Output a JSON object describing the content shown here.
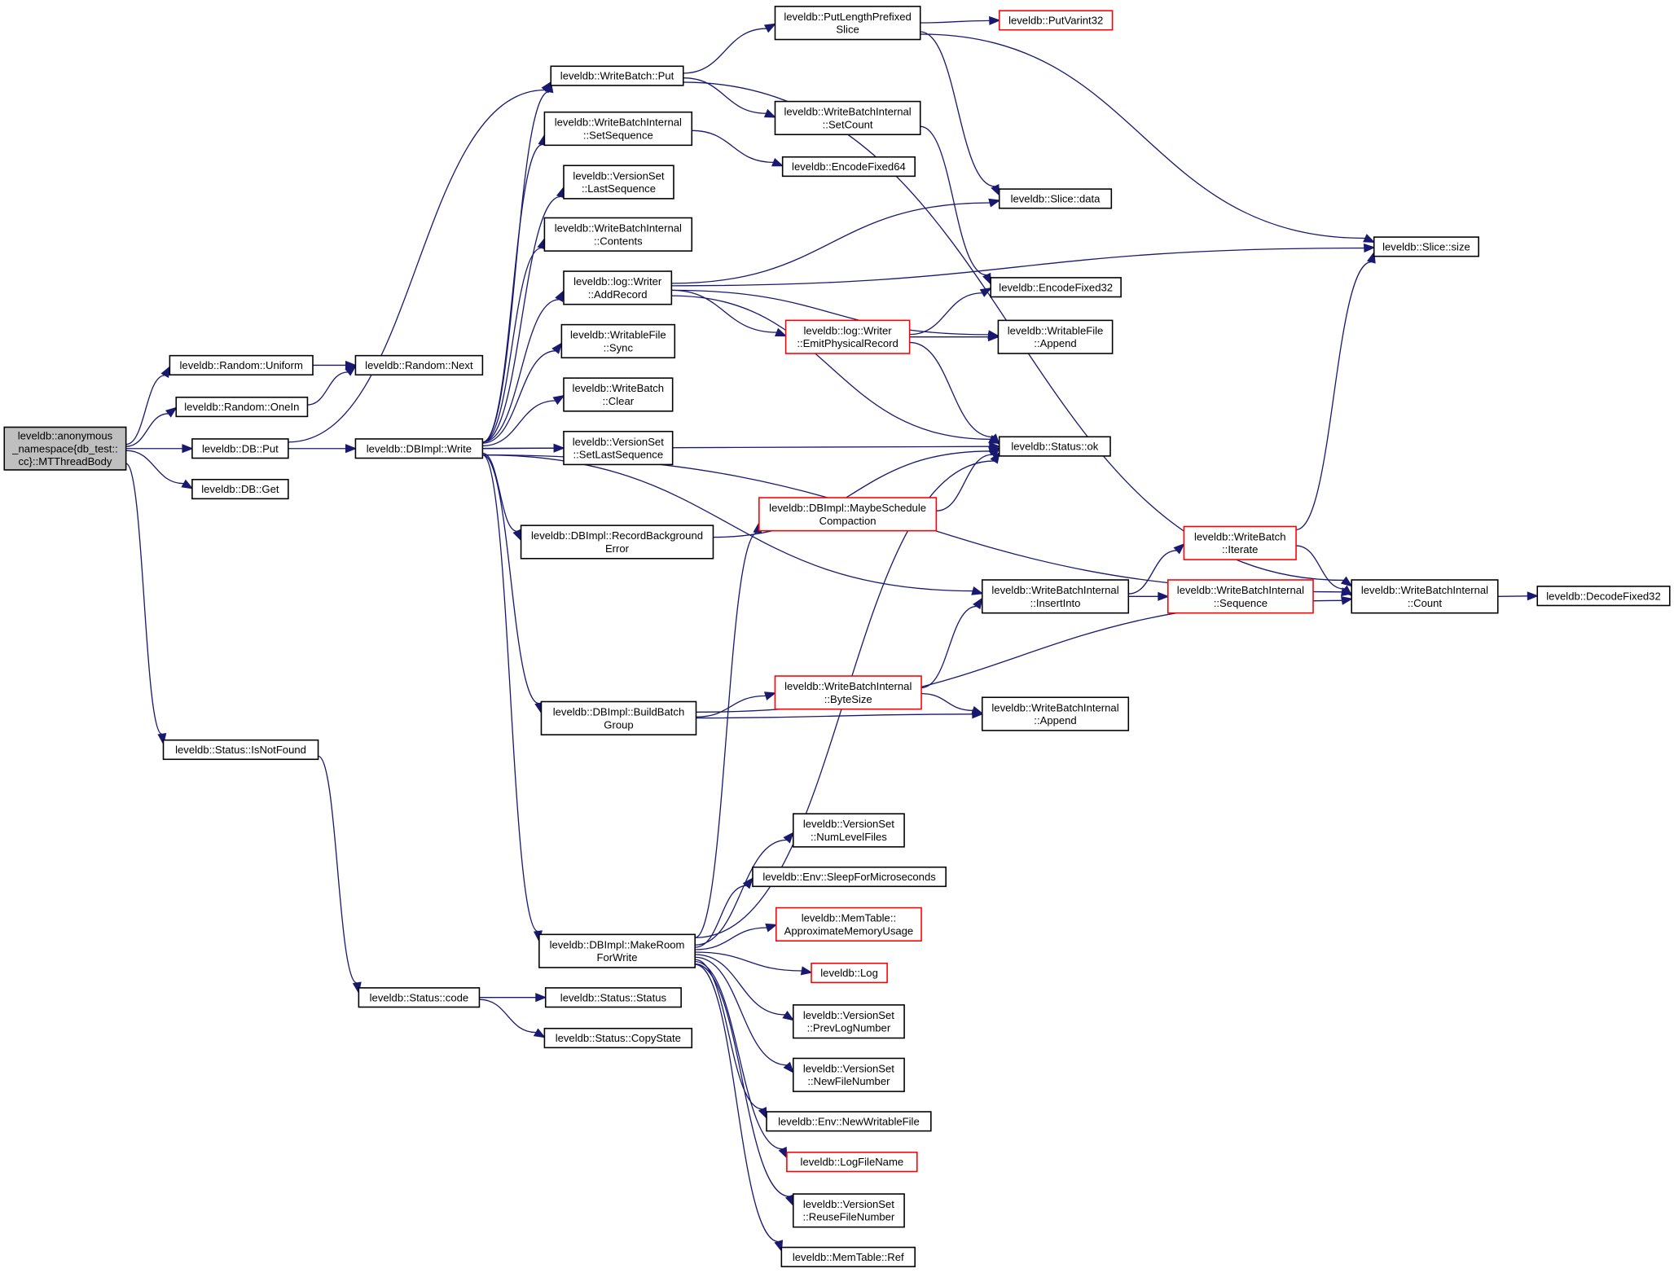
{
  "diagram": {
    "type": "call-graph",
    "colors": {
      "edge": "#191970",
      "root_fill": "#bfbfbf",
      "node_border": "#000000",
      "truncated_border": "#ff0000",
      "background": "#ffffff"
    },
    "nodes": [
      {
        "id": "root",
        "label": [
          "leveldb::anonymous",
          "_namespace{db_test::",
          "cc}::MTThreadBody"
        ],
        "style": "root"
      },
      {
        "id": "random_uniform",
        "label": [
          "leveldb::Random::Uniform"
        ],
        "style": "normal"
      },
      {
        "id": "random_onein",
        "label": [
          "leveldb::Random::OneIn"
        ],
        "style": "normal"
      },
      {
        "id": "db_put",
        "label": [
          "leveldb::DB::Put"
        ],
        "style": "normal"
      },
      {
        "id": "db_get",
        "label": [
          "leveldb::DB::Get"
        ],
        "style": "normal"
      },
      {
        "id": "status_isnotfound",
        "label": [
          "leveldb::Status::IsNotFound"
        ],
        "style": "normal"
      },
      {
        "id": "random_next",
        "label": [
          "leveldb::Random::Next"
        ],
        "style": "normal"
      },
      {
        "id": "dbimpl_write",
        "label": [
          "leveldb::DBImpl::Write"
        ],
        "style": "normal"
      },
      {
        "id": "status_code",
        "label": [
          "leveldb::Status::code"
        ],
        "style": "normal"
      },
      {
        "id": "writebatch_put",
        "label": [
          "leveldb::WriteBatch::Put"
        ],
        "style": "normal"
      },
      {
        "id": "wbi_setsequence",
        "label": [
          "leveldb::WriteBatchInternal",
          "::SetSequence"
        ],
        "style": "normal"
      },
      {
        "id": "versionset_lastsequence",
        "label": [
          "leveldb::VersionSet",
          "::LastSequence"
        ],
        "style": "normal"
      },
      {
        "id": "wbi_contents",
        "label": [
          "leveldb::WriteBatchInternal",
          "::Contents"
        ],
        "style": "normal"
      },
      {
        "id": "logwriter_addrecord",
        "label": [
          "leveldb::log::Writer",
          "::AddRecord"
        ],
        "style": "normal"
      },
      {
        "id": "writablefile_sync",
        "label": [
          "leveldb::WritableFile",
          "::Sync"
        ],
        "style": "normal"
      },
      {
        "id": "writebatch_clear",
        "label": [
          "leveldb::WriteBatch",
          "::Clear"
        ],
        "style": "normal"
      },
      {
        "id": "versionset_setlastsequence",
        "label": [
          "leveldb::VersionSet",
          "::SetLastSequence"
        ],
        "style": "normal"
      },
      {
        "id": "dbimpl_recordbackgrounderror",
        "label": [
          "leveldb::DBImpl::RecordBackground",
          "Error"
        ],
        "style": "normal"
      },
      {
        "id": "dbimpl_buildbatchgroup",
        "label": [
          "leveldb::DBImpl::BuildBatch",
          "Group"
        ],
        "style": "normal"
      },
      {
        "id": "dbimpl_makeroomforwrite",
        "label": [
          "leveldb::DBImpl::MakeRoom",
          "ForWrite"
        ],
        "style": "normal"
      },
      {
        "id": "status_status",
        "label": [
          "leveldb::Status::Status"
        ],
        "style": "normal"
      },
      {
        "id": "status_copystate",
        "label": [
          "leveldb::Status::CopyState"
        ],
        "style": "normal"
      },
      {
        "id": "putlengthprefixedslice",
        "label": [
          "leveldb::PutLengthPrefixed",
          "Slice"
        ],
        "style": "normal"
      },
      {
        "id": "wbi_setcount",
        "label": [
          "leveldb::WriteBatchInternal",
          "::SetCount"
        ],
        "style": "normal"
      },
      {
        "id": "encodefixed64",
        "label": [
          "leveldb::EncodeFixed64"
        ],
        "style": "normal"
      },
      {
        "id": "logwriter_emitphysicalrecord",
        "label": [
          "leveldb::log::Writer",
          "::EmitPhysicalRecord"
        ],
        "style": "truncated"
      },
      {
        "id": "dbimpl_maybeschedulecompaction",
        "label": [
          "leveldb::DBImpl::MaybeSchedule",
          "Compaction"
        ],
        "style": "truncated"
      },
      {
        "id": "wbi_bytesize",
        "label": [
          "leveldb::WriteBatchInternal",
          "::ByteSize"
        ],
        "style": "truncated"
      },
      {
        "id": "versionset_numlevelfiles",
        "label": [
          "leveldb::VersionSet",
          "::NumLevelFiles"
        ],
        "style": "normal"
      },
      {
        "id": "env_sleepformicroseconds",
        "label": [
          "leveldb::Env::SleepForMicroseconds"
        ],
        "style": "normal"
      },
      {
        "id": "memtable_approximatememoryusage",
        "label": [
          "leveldb::MemTable::",
          "ApproximateMemoryUsage"
        ],
        "style": "truncated"
      },
      {
        "id": "log",
        "label": [
          "leveldb::Log"
        ],
        "style": "truncated"
      },
      {
        "id": "versionset_prevlognumber",
        "label": [
          "leveldb::VersionSet",
          "::PrevLogNumber"
        ],
        "style": "normal"
      },
      {
        "id": "versionset_newfilenumber",
        "label": [
          "leveldb::VersionSet",
          "::NewFileNumber"
        ],
        "style": "normal"
      },
      {
        "id": "env_newwritablefile",
        "label": [
          "leveldb::Env::NewWritableFile"
        ],
        "style": "normal"
      },
      {
        "id": "logfilename",
        "label": [
          "leveldb::LogFileName"
        ],
        "style": "truncated"
      },
      {
        "id": "versionset_reusefilenumber",
        "label": [
          "leveldb::VersionSet",
          "::ReuseFileNumber"
        ],
        "style": "normal"
      },
      {
        "id": "memtable_ref",
        "label": [
          "leveldb::MemTable::Ref"
        ],
        "style": "normal"
      },
      {
        "id": "putvarint32",
        "label": [
          "leveldb::PutVarint32"
        ],
        "style": "truncated"
      },
      {
        "id": "slice_data",
        "label": [
          "leveldb::Slice::data"
        ],
        "style": "normal"
      },
      {
        "id": "encodefixed32",
        "label": [
          "leveldb::EncodeFixed32"
        ],
        "style": "normal"
      },
      {
        "id": "writablefile_append",
        "label": [
          "leveldb::WritableFile",
          "::Append"
        ],
        "style": "normal"
      },
      {
        "id": "status_ok",
        "label": [
          "leveldb::Status::ok"
        ],
        "style": "normal"
      },
      {
        "id": "wbi_insertinto",
        "label": [
          "leveldb::WriteBatchInternal",
          "::InsertInto"
        ],
        "style": "normal"
      },
      {
        "id": "wbi_sequence",
        "label": [
          "leveldb::WriteBatchInternal",
          "::Sequence"
        ],
        "style": "truncated"
      },
      {
        "id": "wbi_append",
        "label": [
          "leveldb::WriteBatchInternal",
          "::Append"
        ],
        "style": "normal"
      },
      {
        "id": "writebatch_iterate",
        "label": [
          "leveldb::WriteBatch",
          "::Iterate"
        ],
        "style": "truncated"
      },
      {
        "id": "slice_size",
        "label": [
          "leveldb::Slice::size"
        ],
        "style": "normal"
      },
      {
        "id": "wbi_count",
        "label": [
          "leveldb::WriteBatchInternal",
          "::Count"
        ],
        "style": "normal"
      },
      {
        "id": "decodefixed32",
        "label": [
          "leveldb::DecodeFixed32"
        ],
        "style": "normal"
      }
    ],
    "edges": [
      [
        "root",
        "random_uniform"
      ],
      [
        "root",
        "random_onein"
      ],
      [
        "root",
        "db_put"
      ],
      [
        "root",
        "db_get"
      ],
      [
        "root",
        "status_isnotfound"
      ],
      [
        "random_uniform",
        "random_next"
      ],
      [
        "random_onein",
        "random_next"
      ],
      [
        "db_put",
        "dbimpl_write"
      ],
      [
        "db_put",
        "writebatch_put"
      ],
      [
        "status_isnotfound",
        "status_code"
      ],
      [
        "status_code",
        "status_status"
      ],
      [
        "status_code",
        "status_copystate"
      ],
      [
        "dbimpl_write",
        "writebatch_put"
      ],
      [
        "dbimpl_write",
        "wbi_setsequence"
      ],
      [
        "dbimpl_write",
        "versionset_lastsequence"
      ],
      [
        "dbimpl_write",
        "wbi_contents"
      ],
      [
        "dbimpl_write",
        "logwriter_addrecord"
      ],
      [
        "dbimpl_write",
        "writablefile_sync"
      ],
      [
        "dbimpl_write",
        "writebatch_clear"
      ],
      [
        "dbimpl_write",
        "versionset_setlastsequence"
      ],
      [
        "dbimpl_write",
        "status_ok"
      ],
      [
        "dbimpl_write",
        "dbimpl_recordbackgrounderror"
      ],
      [
        "dbimpl_write",
        "wbi_insertinto"
      ],
      [
        "dbimpl_write",
        "wbi_count"
      ],
      [
        "dbimpl_write",
        "dbimpl_buildbatchgroup"
      ],
      [
        "dbimpl_write",
        "dbimpl_makeroomforwrite"
      ],
      [
        "writebatch_put",
        "putlengthprefixedslice"
      ],
      [
        "writebatch_put",
        "wbi_setcount"
      ],
      [
        "writebatch_put",
        "wbi_count"
      ],
      [
        "wbi_setsequence",
        "encodefixed64"
      ],
      [
        "wbi_setcount",
        "encodefixed32"
      ],
      [
        "putlengthprefixedslice",
        "putvarint32"
      ],
      [
        "putlengthprefixedslice",
        "slice_data"
      ],
      [
        "putlengthprefixedslice",
        "slice_size"
      ],
      [
        "logwriter_addrecord",
        "slice_data"
      ],
      [
        "logwriter_addrecord",
        "slice_size"
      ],
      [
        "logwriter_addrecord",
        "writablefile_append"
      ],
      [
        "logwriter_addrecord",
        "logwriter_emitphysicalrecord"
      ],
      [
        "logwriter_addrecord",
        "status_ok"
      ],
      [
        "logwriter_emitphysicalrecord",
        "encodefixed32"
      ],
      [
        "logwriter_emitphysicalrecord",
        "writablefile_append"
      ],
      [
        "logwriter_emitphysicalrecord",
        "status_ok"
      ],
      [
        "dbimpl_recordbackgrounderror",
        "status_ok"
      ],
      [
        "dbimpl_maybeschedulecompaction",
        "status_ok"
      ],
      [
        "dbimpl_buildbatchgroup",
        "wbi_bytesize"
      ],
      [
        "dbimpl_buildbatchgroup",
        "wbi_append"
      ],
      [
        "dbimpl_buildbatchgroup",
        "wbi_count"
      ],
      [
        "wbi_bytesize",
        "wbi_insertinto"
      ],
      [
        "wbi_bytesize",
        "wbi_append"
      ],
      [
        "wbi_insertinto",
        "writebatch_iterate"
      ],
      [
        "wbi_insertinto",
        "wbi_sequence"
      ],
      [
        "writebatch_iterate",
        "slice_size"
      ],
      [
        "writebatch_iterate",
        "wbi_count"
      ],
      [
        "wbi_count",
        "decodefixed32"
      ],
      [
        "dbimpl_makeroomforwrite",
        "dbimpl_maybeschedulecompaction"
      ],
      [
        "dbimpl_makeroomforwrite",
        "status_ok"
      ],
      [
        "dbimpl_makeroomforwrite",
        "versionset_numlevelfiles"
      ],
      [
        "dbimpl_makeroomforwrite",
        "env_sleepformicroseconds"
      ],
      [
        "dbimpl_makeroomforwrite",
        "memtable_approximatememoryusage"
      ],
      [
        "dbimpl_makeroomforwrite",
        "log"
      ],
      [
        "dbimpl_makeroomforwrite",
        "versionset_prevlognumber"
      ],
      [
        "dbimpl_makeroomforwrite",
        "versionset_newfilenumber"
      ],
      [
        "dbimpl_makeroomforwrite",
        "env_newwritablefile"
      ],
      [
        "dbimpl_makeroomforwrite",
        "logfilename"
      ],
      [
        "dbimpl_makeroomforwrite",
        "versionset_reusefilenumber"
      ],
      [
        "dbimpl_makeroomforwrite",
        "memtable_ref"
      ]
    ]
  }
}
